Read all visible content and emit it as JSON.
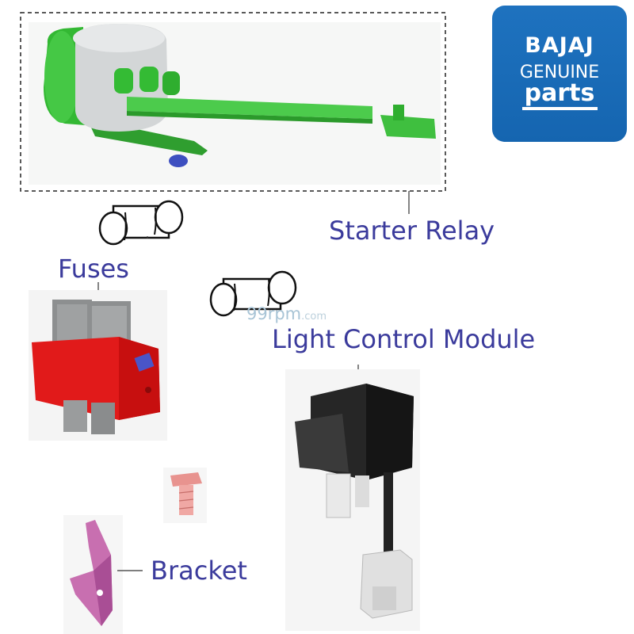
{
  "logo": {
    "brand": "BAJAJ",
    "line1": "GENUINE",
    "line2": "parts",
    "color": "#1668b4"
  },
  "labels": {
    "starter_relay": "Starter Relay",
    "fuses": "Fuses",
    "light_control_module": "Light Control Module",
    "bracket": "Bracket"
  },
  "watermark": {
    "main": "99rpm",
    "suffix": ".com"
  },
  "colors": {
    "label": "#3b3b9c",
    "relay": "#3fbf3f",
    "fuse_box": "#e11a1a",
    "module": "#232323",
    "bracket": "#c86fb0",
    "bolt": "#e8938f"
  }
}
